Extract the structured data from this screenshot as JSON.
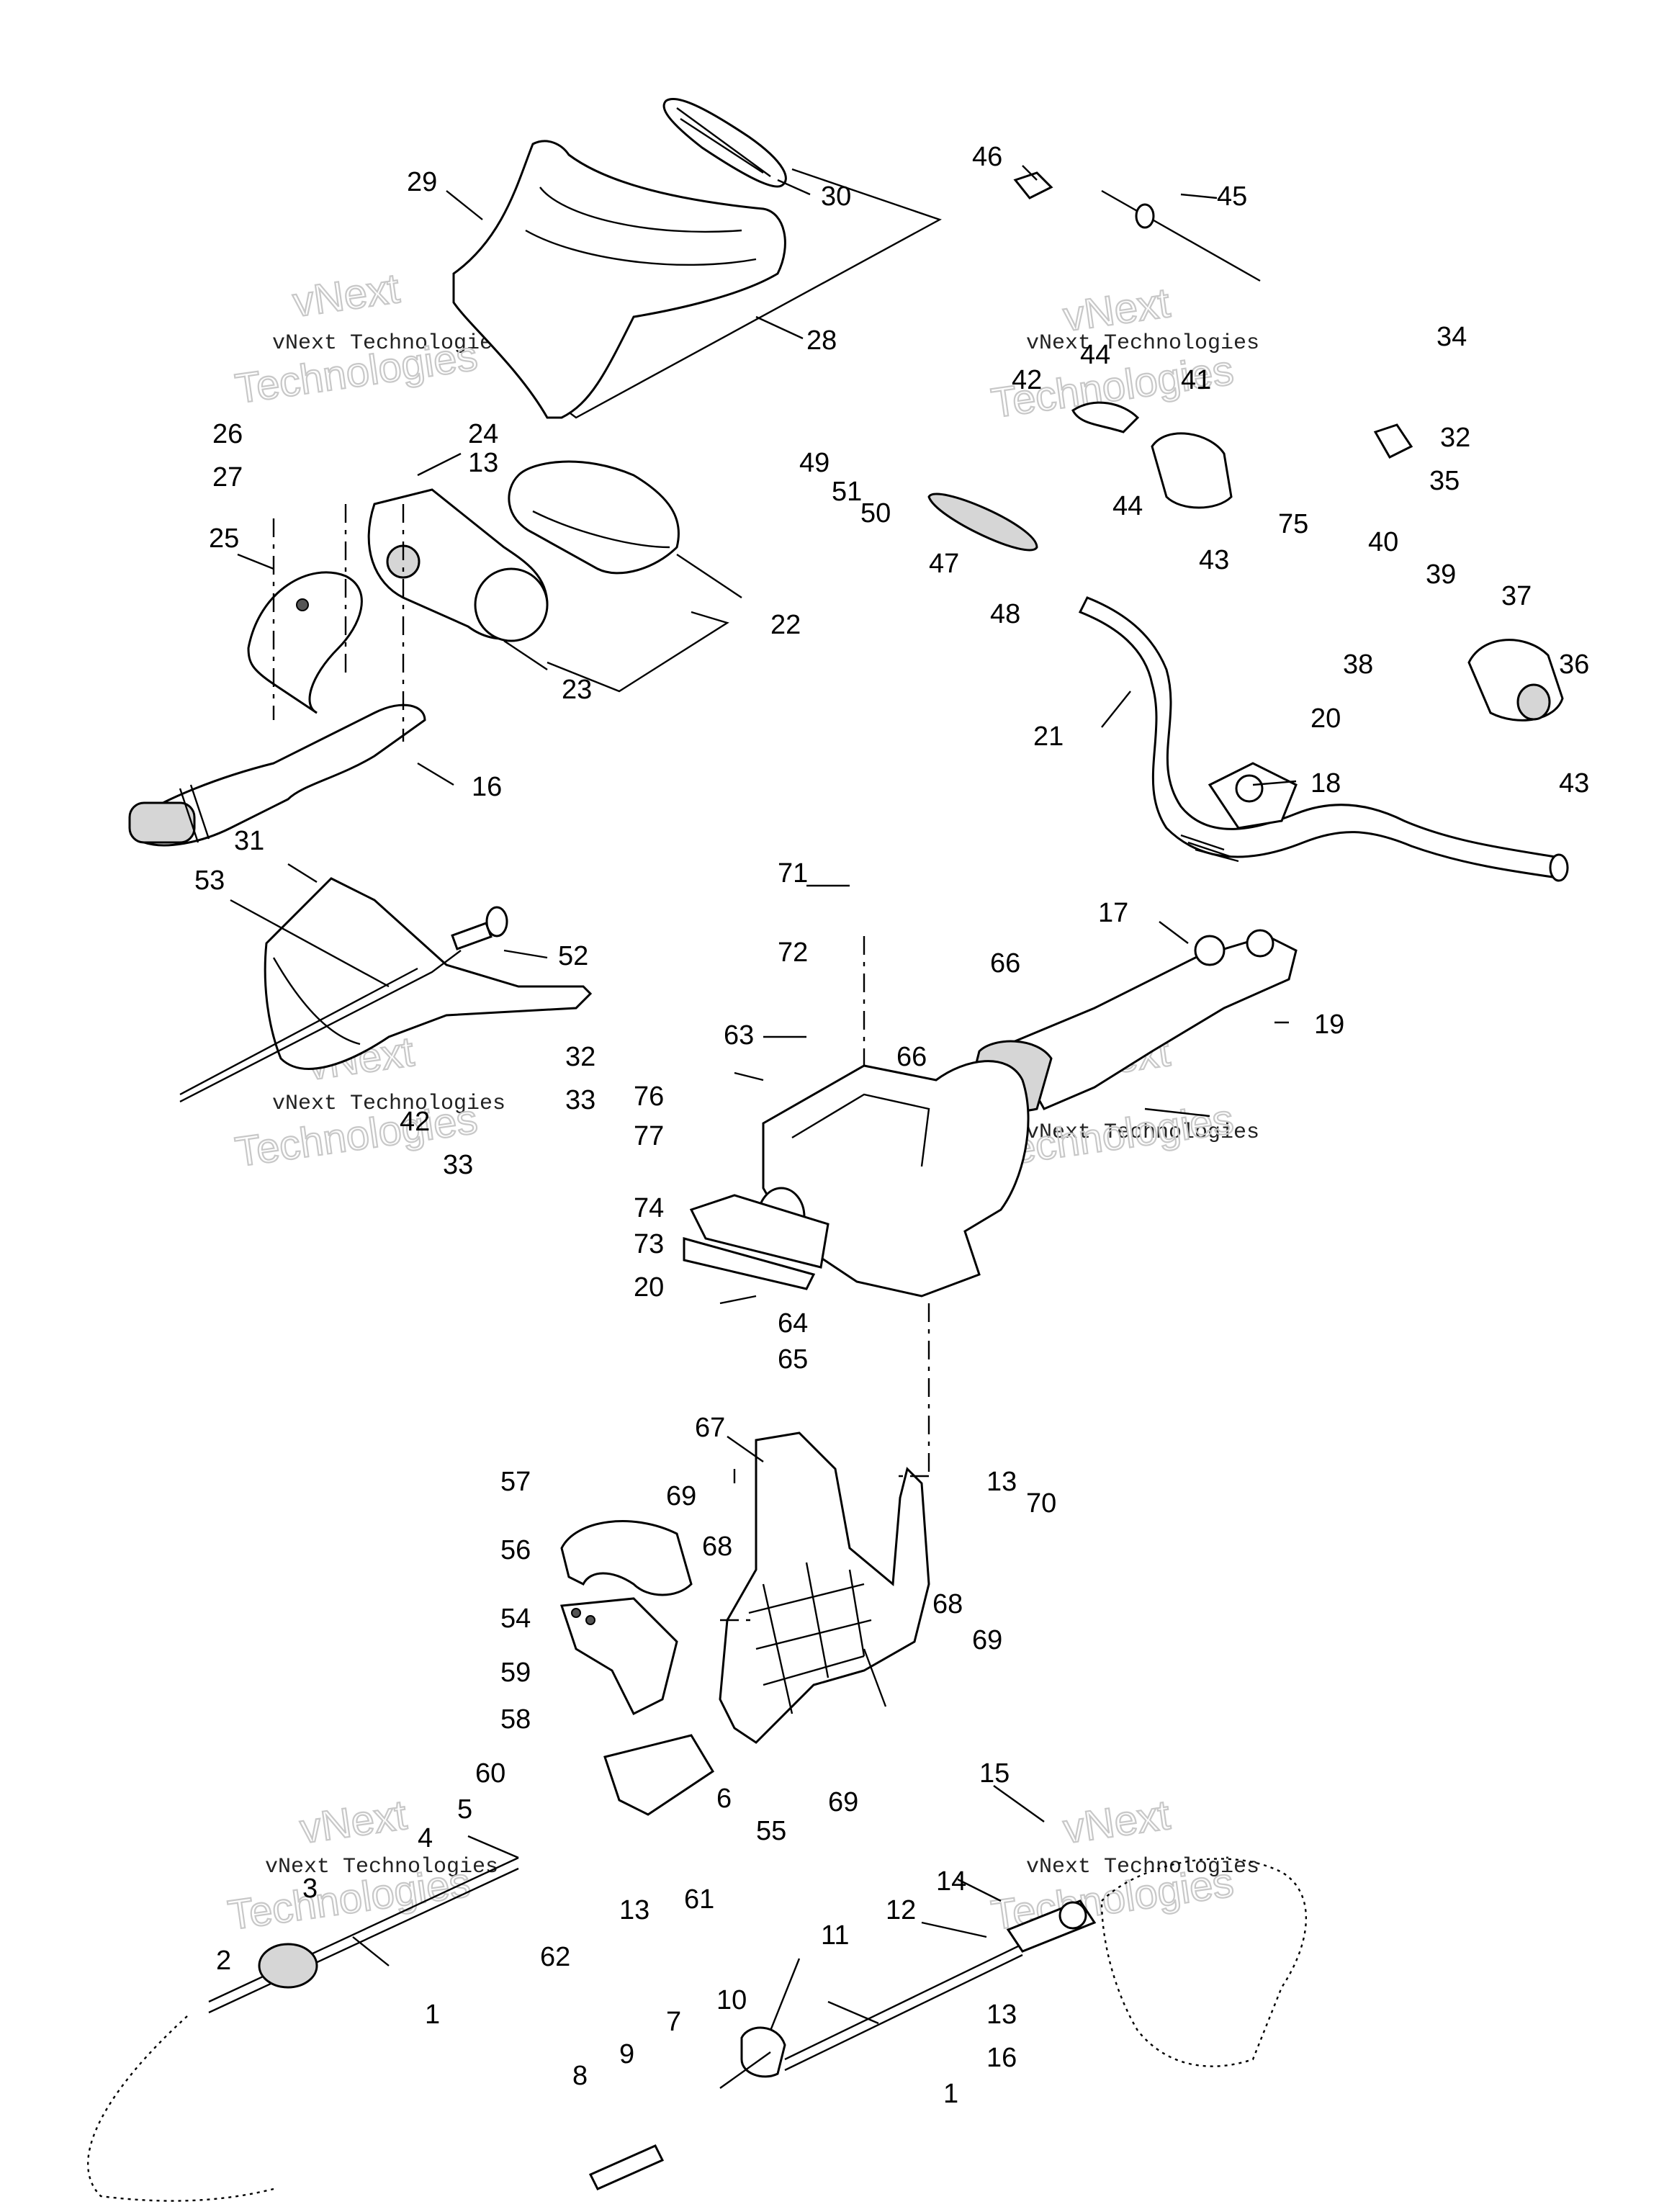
{
  "watermark": {
    "line_small": "vNext Technologies",
    "line_big_1": "vNext",
    "line_big_2": "Technologies"
  },
  "callouts": {
    "c1a": "1",
    "c1b": "1",
    "c2": "2",
    "c3": "3",
    "c4": "4",
    "c5": "5",
    "c6": "6",
    "c7": "7",
    "c8": "8",
    "c9": "9",
    "c10": "10",
    "c11": "11",
    "c12": "12",
    "c13a": "13",
    "c13b": "13",
    "c13c": "13",
    "c13d": "13",
    "c14": "14",
    "c15": "15",
    "c16a": "16",
    "c16b": "16",
    "c17": "17",
    "c18": "18",
    "c19": "19",
    "c20a": "20",
    "c20b": "20",
    "c21": "21",
    "c22": "22",
    "c23": "23",
    "c24": "24",
    "c25": "25",
    "c26": "26",
    "c27": "27",
    "c28": "28",
    "c29": "29",
    "c30": "30",
    "c31": "31",
    "c32a": "32",
    "c32b": "32",
    "c33a": "33",
    "c33b": "33",
    "c34": "34",
    "c35": "35",
    "c36": "36",
    "c37": "37",
    "c38": "38",
    "c39": "39",
    "c40": "40",
    "c41": "41",
    "c42a": "42",
    "c42b": "42",
    "c43a": "43",
    "c43b": "43",
    "c44a": "44",
    "c44b": "44",
    "c45": "45",
    "c46": "46",
    "c47": "47",
    "c48": "48",
    "c49": "49",
    "c50": "50",
    "c51": "51",
    "c52": "52",
    "c53": "53",
    "c54": "54",
    "c55": "55",
    "c56": "56",
    "c57": "57",
    "c58": "58",
    "c59": "59",
    "c60": "60",
    "c61": "61",
    "c62": "62",
    "c63": "63",
    "c64": "64",
    "c65": "65",
    "c66a": "66",
    "c66b": "66",
    "c67": "67",
    "c68a": "68",
    "c68b": "68",
    "c69a": "69",
    "c69b": "69",
    "c69c": "69",
    "c70": "70",
    "c71": "71",
    "c72": "72",
    "c73": "73",
    "c74": "74",
    "c75": "75",
    "c76": "76",
    "c77": "77"
  }
}
